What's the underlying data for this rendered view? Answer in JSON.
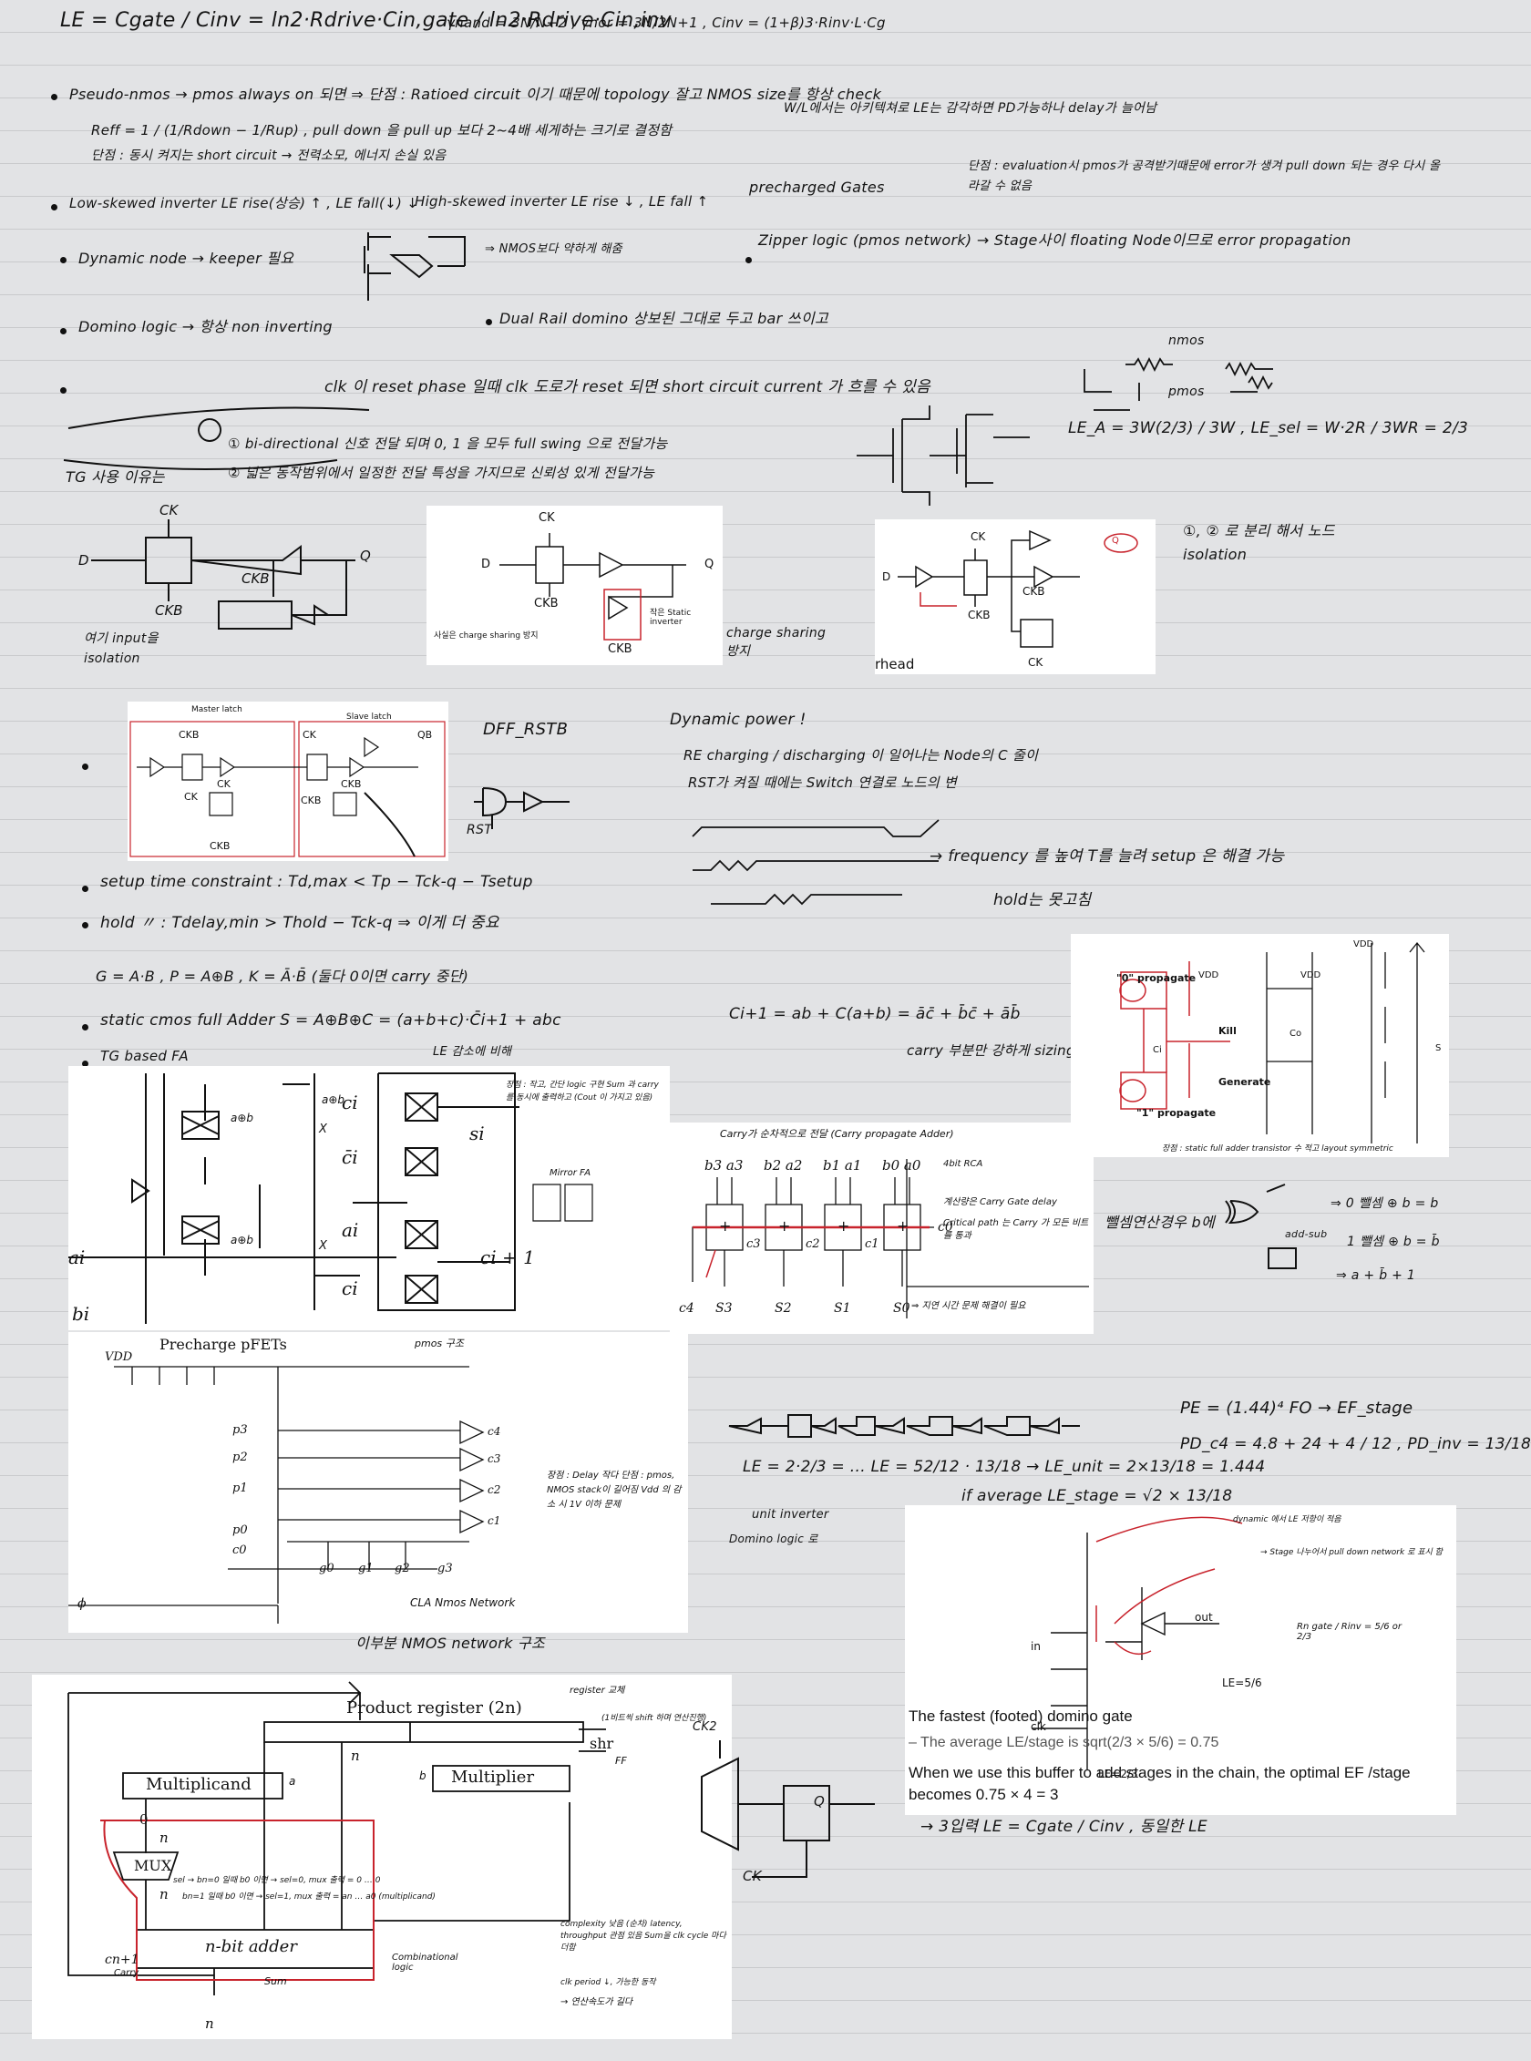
{
  "notes": {
    "le_formula": "LE = Cgate / Cinv = ln2·Rdrive·Cin,gate / ln2·Rdrive·Cin,inv",
    "gamma": "γnand = 3N/N+2 ,  γnor = 3N/2N+1 ,  Cinv = (1+β)3·Rinv·L·Cg",
    "pseudo_nmos": "Pseudo-nmos → pmos always on 되면  ⇒ 단점 : Ratioed circuit 이기 때문에 topology 잘고 NMOS size를 항상 check",
    "reff": "Reff = 1 / (1/Rdown − 1/Rup) ,   pull down 을 pull up 보다 2~4배 세게하는 크기로 결정함",
    "reff2": "W/L에서는 아키텍쳐로 LE는 감각하면 PD가능하나 delay가 늘어남",
    "short_circuit": "단점 : 동시 켜지는 short circuit → 전력소모, 에너지 손실 있음",
    "low_skew": "Low-skewed inverter   LE rise(상승) ↑ , LE fall(↓) ↓",
    "high_skew": "High-skewed inverter   LE rise ↓ , LE fall ↑",
    "precharged": "precharged Gates",
    "precharged_note": "단점 : evaluation시 pmos가 공격받기때문에 error가 생겨 pull down 되는 경우 다시 올라갈 수 없음",
    "dynamic_node": "Dynamic node → keeper 필요",
    "keeper_note": "⇒ NMOS보다 약하게 해줌",
    "zipper": "Zipper logic (pmos network) → Stage사이 floating Node이므로 error propagation",
    "domino": "Domino logic → 항상 non inverting",
    "dual_rail": "Dual Rail domino   상보된 그대로 두고 bar 쓰이고",
    "clk_reset": "clk 이 reset phase 일때 clk 도로가 reset 되면 short circuit current 가 흐를 수 있음",
    "nmos_label": "nmos",
    "pmos_label": "pmos",
    "tg_title": "TG 사용 이유는",
    "tg_1": "① bi-directional 신호 전달 되며  0, 1 을 모두 full swing 으로 전달가능",
    "tg_2": "② 넓은 동작범위에서 일정한 전달 특성을 가지므로 신뢰성 있게 전달가능",
    "le_a": "LE_A = 3W(2/3) / 3W ,   LE_sel = W·2R / 3WR = 2/3",
    "isolation_left": "여기 input을 isolation",
    "charge_sharing": "charge sharing 방지",
    "isolation_right": "①, ② 로 분리 해서 노드 isolation",
    "dff": "DFF_RSTB",
    "dyn_power": "Dynamic power !",
    "dyn_power_1": "RE  charging / discharging 이 일어나는 Node의 C 줄이",
    "dyn_power_2": "RST가 켜질 때에는  Switch 연결로 노드의 변",
    "rst": "RST",
    "setup": "setup time constraint :     Td,max < Tp − Tck-q − Tsetup",
    "hold": "hold  〃  :  Tdelay,min > Thold − Tck-q  ⇒ 이게 더 중요",
    "freq": "→ frequency 를 높여 T를 늘려 setup 은 해결 가능",
    "hold_note": "hold는 못고침",
    "gpk": "G = A·B ,  P = A⊕B ,  K = Ā·B̄  (둘다 0이면 carry 중단)",
    "static_fa": "static cmos full Adder     S = A⊕B⊕C = (a+b+c)·C̄i+1 + abc",
    "cout": "Ci+1 = ab + C(a+b) = āc̄ + b̄c̄ + āb̄",
    "carry_sizing": "carry 부분만 강하게 sizing",
    "tg_based": "TG based FA",
    "le_reduce": "LE 감소에 비해",
    "tg_fa_note": "장점 : 작고, 간단 logic 구현  Sum 과 carry 를 동시에 출력하고 (Cout 이 가지고 있음)",
    "mirror_fa": "Mirror FA",
    "ripple_title": "Carry가 순차적으로 전달 (Carry propagate Adder)",
    "rca_note1": "4bit RCA",
    "rca_note2": "계산량은 Carry Gate delay",
    "rca_note3": "Critical path 는 Carry 가 모든 비트를 통과",
    "rca_note4": "⇒ 지연 시간 문제 해결이 필요",
    "add_sub": "뺄셈연산경우  b에",
    "add_sub_label": "add-sub",
    "add_sub_r1": "⇒ 0 뺄셈  ⊕ b = b",
    "add_sub_r2": "1 뺄셈  ⊕ b = b̄",
    "add_sub_r3": "⇒ a + b̄ + 1",
    "mirror_note": "장점 : static full adder transistor 수 적고 layout symmetric",
    "cla_note": "장점 : Delay 작다  단점 : pmos, NMOS stack이 길어짐 Vdd 의 감소 시 1V 이하 문제",
    "cla_nmos": "CLA Nmos Network",
    "nmos_network": "이부분 NMOS network 구조",
    "pmos_kr": "pmos 구조",
    "chain_le": "LE = 2·2/3 = ...  LE = 52/12 · 13/18 → LE_unit = 2×13/18 = 1.444",
    "avg_le": "if average LE_stage = √2 × 13/18",
    "unit_inv": "unit inverter",
    "domino_gate": "Domino logic 로",
    "pe": "PE = (1.44)⁴ FO → EF_stage",
    "pd": "PD_c4 = 4.8 + 24 + 4 / 12 ,   PD_inv = 13/18",
    "mult_note": "complexity 낮음 (순차)  latency, throughput 관점 있음  Sum을 clk cycle 마다 더함",
    "mult_note2": "clk period ↓, 가능한 동작",
    "mult_note3": "→ 연산속도가 길다",
    "shift_note": "(1비트씩 shift 하며 연산진행)",
    "sel_note1": "sel → bn=0 일때 b0 이면 → sel=0, mux 출력 = 0 … 0",
    "sel_note2": "bn=1 일때 b0 이면 → sel=1, mux 출력 = an … a0 (multiplicand)",
    "combinational": "Combinational logic",
    "register_note": "register 교체",
    "ff_label": "FF",
    "bottom_le": "→ 3입력 LE = Cgate / Cinv  , 동일한 LE"
  },
  "panels": {
    "tg_latch": {
      "ck": "CK",
      "ckb": "CKB",
      "d": "D",
      "q": "Q",
      "note": "사실은 charge sharing 방지",
      "red_note": "작은 Static inverter"
    },
    "ff_iso": {
      "ck": "CK",
      "ckb": "CKB",
      "d": "D",
      "q": "Q",
      "overhead": "rhead"
    },
    "ms_latch": {
      "ck": "CK",
      "ckb": "CKB",
      "qb": "QB",
      "master": "Master latch",
      "slave": "Slave latch"
    },
    "mirror": {
      "vdd": "VDD",
      "zero": "\"0\" propagate",
      "kill": "Kill",
      "generate": "Generate",
      "one": "\"1\" propagate",
      "co": "Co",
      "s": "S",
      "ci": "Ci"
    },
    "tg_fa": {
      "ai": "ai",
      "bi": "bi",
      "ci": "ci",
      "cib": "c̄i",
      "si": "si",
      "ci1": "ci + 1",
      "aob": "a⊕b",
      "x": "X"
    },
    "rca": {
      "top": [
        "b3 a3",
        "b2 a2",
        "b1 a1",
        "b0 a0"
      ],
      "sum": [
        "S3",
        "S2",
        "S1",
        "S0"
      ],
      "carry": [
        "c3",
        "c2",
        "c1"
      ],
      "c4": "c4",
      "c0": "c0"
    },
    "cla": {
      "title": "Precharge pFETs",
      "vdd": "VDD",
      "p": [
        "p3",
        "p2",
        "p1",
        "p0"
      ],
      "c0": "c0",
      "g": [
        "g0",
        "g1",
        "g2",
        "g3"
      ],
      "c": [
        "c4",
        "c3",
        "c2",
        "c1"
      ],
      "phi": "ϕ"
    },
    "domino_gate": {
      "in": "in",
      "clk": "clk",
      "out": "out",
      "le1": "LE=5/6",
      "le2": "LE=2/3",
      "title": "The fastest (footed) domino gate",
      "line1": "–  The average LE/stage is sqrt(2/3 × 5/6) = 0.75",
      "line2": "When we use this buffer to add stages in the chain, the optimal EF /stage becomes 0.75 × 4 = 3",
      "red_top": "dynamic 에서 LE 저항이 적음",
      "red2": "→ Stage 나누어서 pull down network 로 표시 함",
      "red3": "Rn gate / Rinv = 5/6 or 2/3"
    },
    "multiplier": {
      "product": "Product register (2n)",
      "multiplicand": "Multiplicand",
      "multiplier": "Multiplier",
      "mux": "MUX",
      "adder": "n-bit adder",
      "n": "n",
      "zero": "0",
      "shr": "shr",
      "cn1": "cn+1",
      "carry": "Carry",
      "sum": "Sum",
      "a": "a",
      "b": "b"
    },
    "ff_sketch": {
      "ck": "CK",
      "q": "Q",
      "ck2": "CK2"
    }
  }
}
